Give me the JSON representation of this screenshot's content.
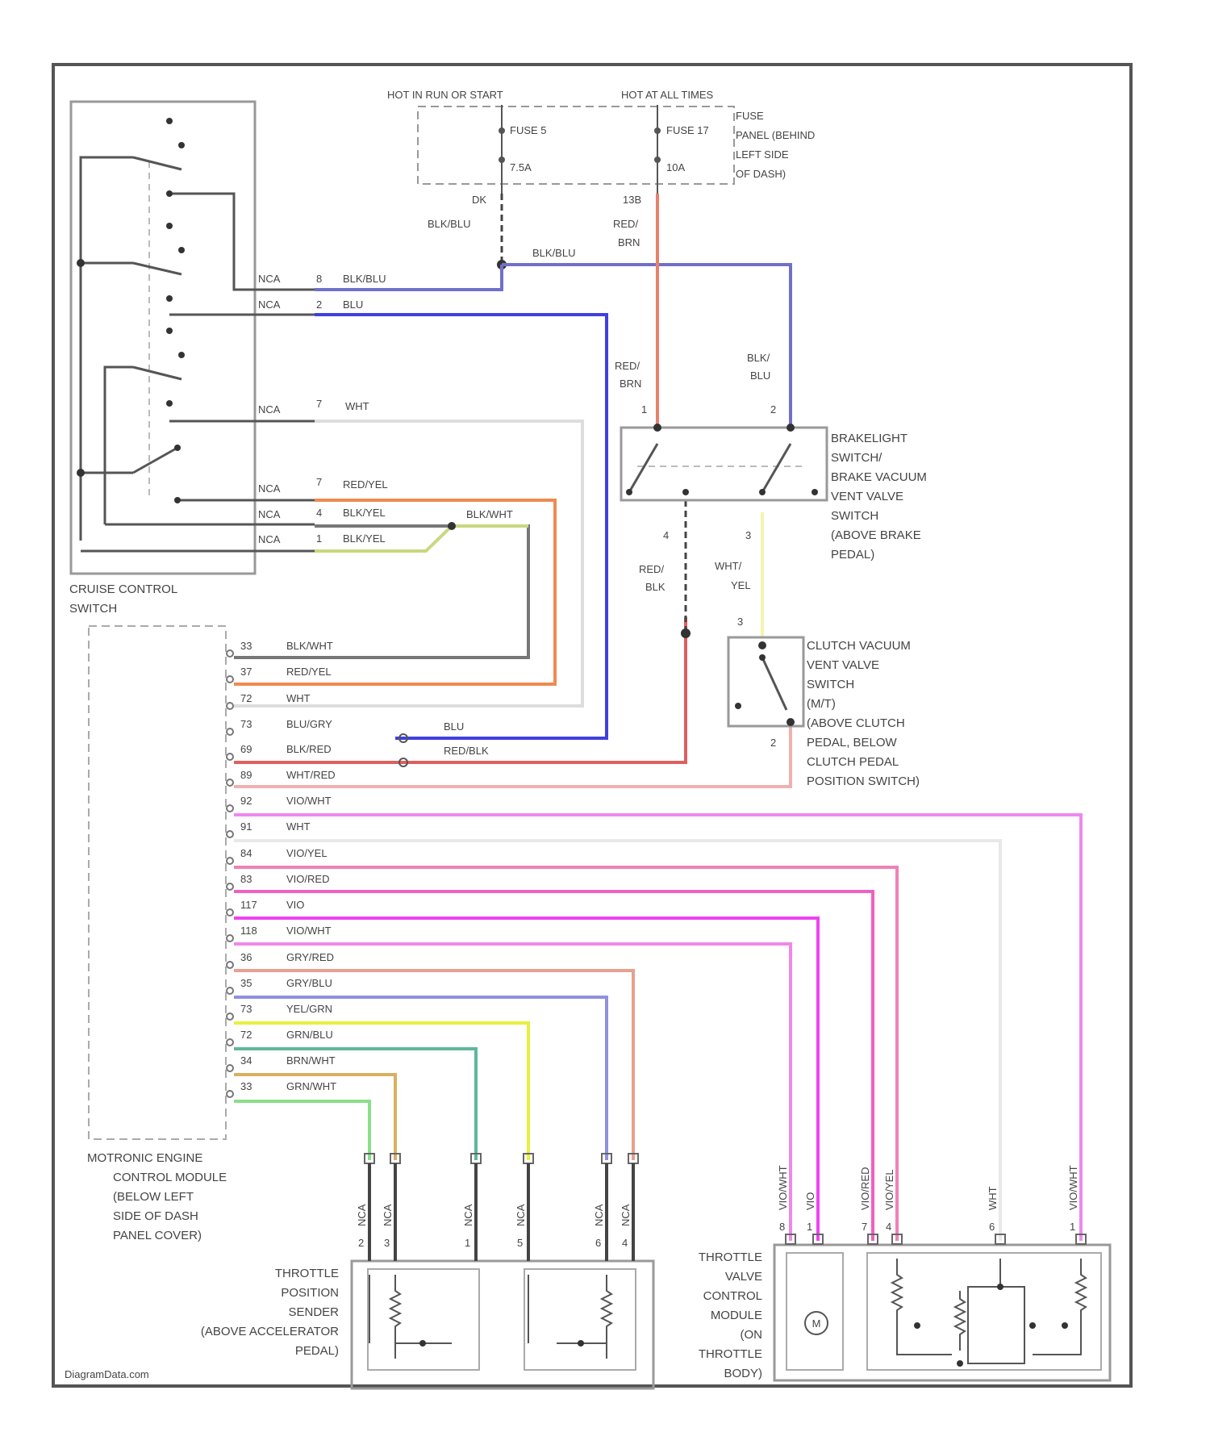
{
  "power": {
    "hot_run_start": "HOT IN RUN OR START",
    "hot_at_all_times": "HOT AT ALL TIMES",
    "fuse_a": "FUSE 5",
    "fuse_a_rating": "7.5A",
    "fuse_b": "FUSE 17",
    "fuse_b_rating": "10A",
    "fuse_panel_label": [
      "FUSE",
      "PANEL (BEHIND",
      "LEFT SIDE",
      "OF DASH)"
    ]
  },
  "cruise_switch": {
    "label": [
      "CRUISE CONTROL",
      "SWITCH"
    ],
    "pins": [
      {
        "nca": "NCA",
        "pin": "8",
        "wire": "BLK/BLU"
      },
      {
        "nca": "NCA",
        "pin": "2",
        "wire": "BLU"
      },
      {
        "nca": "NCA",
        "pin": "7",
        "wire": "WHT"
      },
      {
        "nca": "NCA",
        "pin": "7",
        "wire": "RED/YEL"
      },
      {
        "nca": "NCA",
        "pin": "4",
        "wire": "BLK/YEL"
      },
      {
        "nca": "NCA",
        "pin": "1",
        "wire": "BLK/YEL"
      }
    ]
  },
  "wires": {
    "splice_a": "DK",
    "fuse_a_out": "BLK/BLU",
    "fuse_b_out_pin": "13B",
    "fuse_b_out": [
      "RED/",
      "BRN"
    ],
    "bus_right": "BLK/BLU",
    "brake_in_left": [
      "RED/",
      "BRN"
    ],
    "brake_in_right": [
      "BLK/",
      "BLU"
    ],
    "brake_out_left": [
      "RED/",
      "BLK"
    ],
    "brake_out_right": [
      "WHT/",
      "YEL"
    ],
    "blk_wht_join": "BLK/WHT",
    "ecm_blu": "BLU",
    "ecm_red_blk": "RED/BLK"
  },
  "brake_switch": {
    "label": [
      "BRAKELIGHT",
      "SWITCH/",
      "BRAKE VACUUM",
      "VENT VALVE",
      "SWITCH",
      "(ABOVE BRAKE",
      "PEDAL)"
    ],
    "pins": [
      "1",
      "2",
      "4",
      "3"
    ]
  },
  "clutch_switch": {
    "label": [
      "CLUTCH VACUUM",
      "VENT VALVE",
      "SWITCH",
      "(M/T)",
      "(ABOVE CLUTCH",
      "PEDAL, BELOW",
      "CLUTCH PEDAL",
      "POSITION SWITCH)"
    ],
    "pins": [
      "3",
      "2"
    ]
  },
  "ecm": {
    "label": [
      "MOTRONIC ENGINE",
      "CONTROL MODULE",
      "(BELOW LEFT",
      "SIDE OF DASH",
      "PANEL COVER)"
    ],
    "pins": [
      {
        "pin": "33",
        "wire": "BLK/WHT"
      },
      {
        "pin": "37",
        "wire": "RED/YEL"
      },
      {
        "pin": "72",
        "wire": "WHT"
      },
      {
        "pin": "73",
        "wire": "BLU/GRY"
      },
      {
        "pin": "69",
        "wire": "BLK/RED"
      },
      {
        "pin": "89",
        "wire": "WHT/RED"
      },
      {
        "pin": "92",
        "wire": "VIO/WHT"
      },
      {
        "pin": "91",
        "wire": "WHT"
      },
      {
        "pin": "84",
        "wire": "VIO/YEL"
      },
      {
        "pin": "83",
        "wire": "VIO/RED"
      },
      {
        "pin": "117",
        "wire": "VIO"
      },
      {
        "pin": "118",
        "wire": "VIO/WHT"
      },
      {
        "pin": "36",
        "wire": "GRY/RED"
      },
      {
        "pin": "35",
        "wire": "GRY/BLU"
      },
      {
        "pin": "73",
        "wire": "YEL/GRN"
      },
      {
        "pin": "72",
        "wire": "GRN/BLU"
      },
      {
        "pin": "34",
        "wire": "BRN/WHT"
      },
      {
        "pin": "33",
        "wire": "GRN/WHT"
      }
    ]
  },
  "tps": {
    "label": [
      "THROTTLE",
      "POSITION",
      "SENDER",
      "(ABOVE ACCELERATOR",
      "PEDAL)"
    ],
    "pins": [
      {
        "pin": "2",
        "wire": "NCA"
      },
      {
        "pin": "3",
        "wire": "NCA"
      },
      {
        "pin": "1",
        "wire": "NCA"
      },
      {
        "pin": "5",
        "wire": "NCA"
      },
      {
        "pin": "6",
        "wire": "NCA"
      },
      {
        "pin": "4",
        "wire": "NCA"
      }
    ]
  },
  "tvcm": {
    "label": [
      "THROTTLE",
      "VALVE",
      "CONTROL",
      "MODULE",
      "(ON",
      "THROTTLE",
      "BODY)"
    ],
    "motor": "M",
    "pins": [
      {
        "pin": "8",
        "wire": "VIO/WHT"
      },
      {
        "pin": "1",
        "wire": "VIO"
      },
      {
        "pin": "7",
        "wire": "VIO/RED"
      },
      {
        "pin": "4",
        "wire": "VIO/YEL"
      },
      {
        "pin": "6",
        "wire": "WHT"
      },
      {
        "pin": "1",
        "wire": "VIO/WHT"
      }
    ]
  },
  "watermark": "DiagramData.com"
}
